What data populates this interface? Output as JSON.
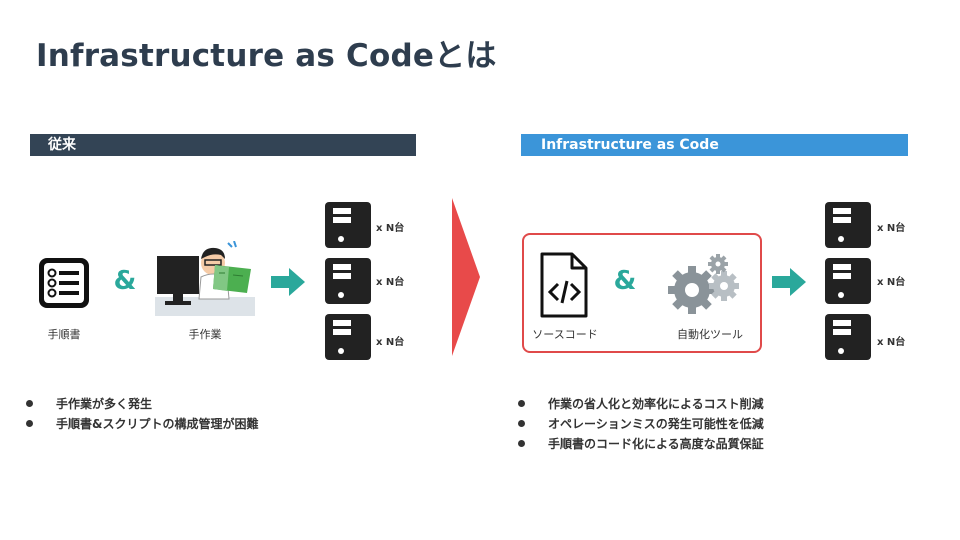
{
  "page": {
    "title": "Infrastructure as Codeとは"
  },
  "left": {
    "header": "従来",
    "items": [
      {
        "label": "手順書",
        "icon": "checklist-icon"
      },
      {
        "label": "手作業",
        "icon": "manual-worker-icon"
      }
    ],
    "amp": "&",
    "servers": [
      "x N台",
      "x N台",
      "x N台"
    ],
    "bullets": [
      "手作業が多く発生",
      "手順書&スクリプトの構成管理が困難"
    ]
  },
  "right": {
    "header": "Infrastructure as Code",
    "items": [
      {
        "label": "ソースコード",
        "icon": "source-code-file-icon"
      },
      {
        "label": "自動化ツール",
        "icon": "gears-icon"
      }
    ],
    "amp": "&",
    "servers": [
      "x N台",
      "x N台",
      "x N台"
    ],
    "bullets": [
      "作業の省人化と効率化によるコスト削減",
      "オペレーションミスの発生可能性を低減",
      "手順書のコード化による高度な品質保証"
    ]
  },
  "colors": {
    "title": "#2e3d4e",
    "left_header": "#334455",
    "right_header": "#3b95d9",
    "accent": "#2aa89b",
    "transition_arrow": "#e84a4a"
  }
}
